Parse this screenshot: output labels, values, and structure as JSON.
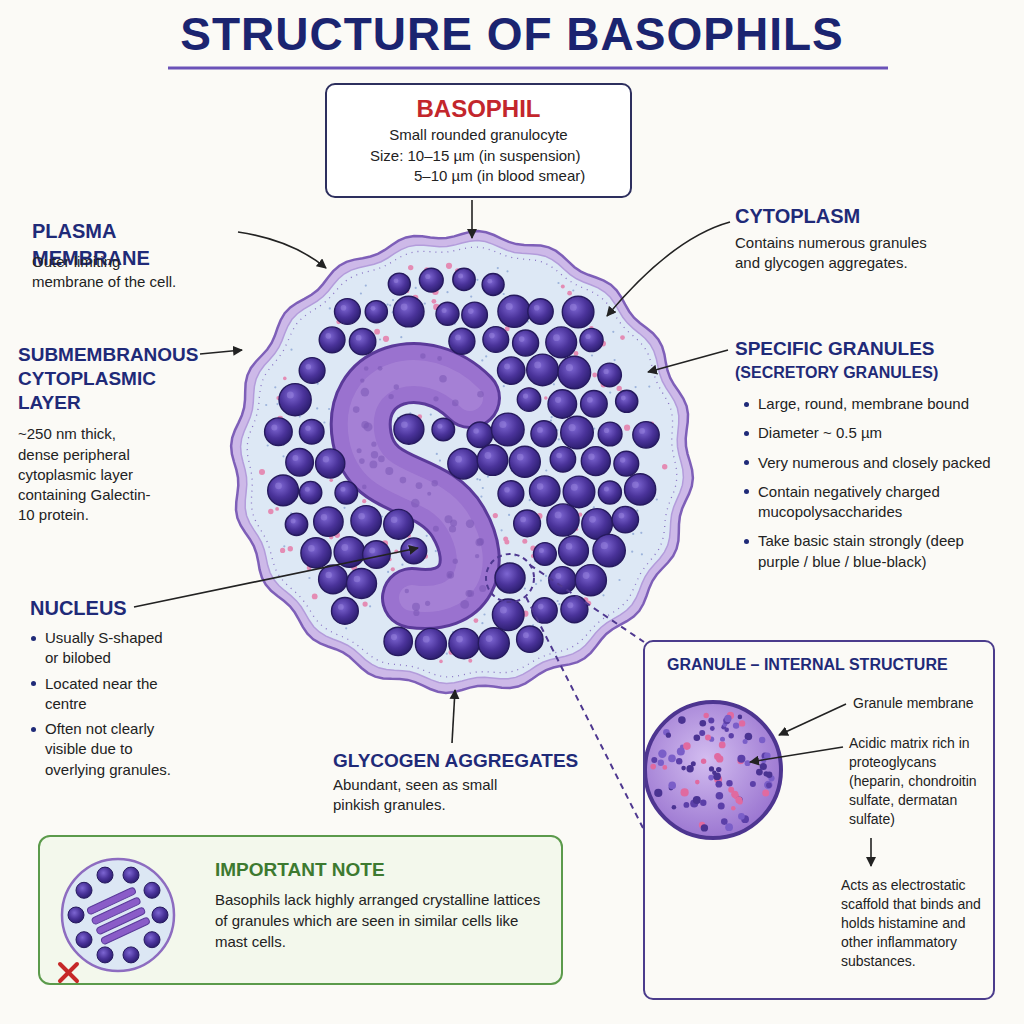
{
  "diagram": {
    "title": "STRUCTURE OF BASOPHILS",
    "nodes": [
      {
        "text": [
          "BASOPHIL",
          "Small rounded granulocyte",
          "Size: 10–15 µm (in suspension)",
          "5–10 µm (in blood smear)"
        ]
      },
      {
        "text": [
          "GRANULE – INTERNAL STRUCTURE",
          "Granule membrane",
          "Acidic matrix rich in proteoglycans (heparin, chondroitin sulfate, dermatan sulfate)",
          "Acts as electrostatic scaffold that binds and holds histamine and other inflammatory substances."
        ]
      },
      {
        "text": [
          "IMPORTANT NOTE",
          "Basophils lack highly arranged crystalline lattices of granules which are seen in similar cells like mast cells."
        ]
      }
    ],
    "labels": [
      "PLASMA MEMBRANE",
      "Outer limiting membrane of the cell.",
      "SUBMEMBRANOUS CYTOPLASMIC LAYER",
      "~250 nm thick, dense peripheral cytoplasmic layer containing Galectin-10 protein.",
      "NUCLEUS",
      "Usually S-shaped or bilobed",
      "Located near the centre",
      "Often not clearly visible due to overlying granules.",
      "CYTOPLASM",
      "Contains numerous granules and glycogen aggregates.",
      "SPECIFIC GRANULES",
      "(SECRETORY GRANULES)",
      "Large, round, membrane bound",
      "Diameter ~ 0.5 µm",
      "Very numerous and closely packed",
      "Contain negatively charged mucopolysaccharides",
      "Take basic stain strongly (deep purple / blue / blue-black)",
      "GLYCOGEN AGGREGATES",
      "Abundant, seen as small pinkish granules."
    ]
  }
}
